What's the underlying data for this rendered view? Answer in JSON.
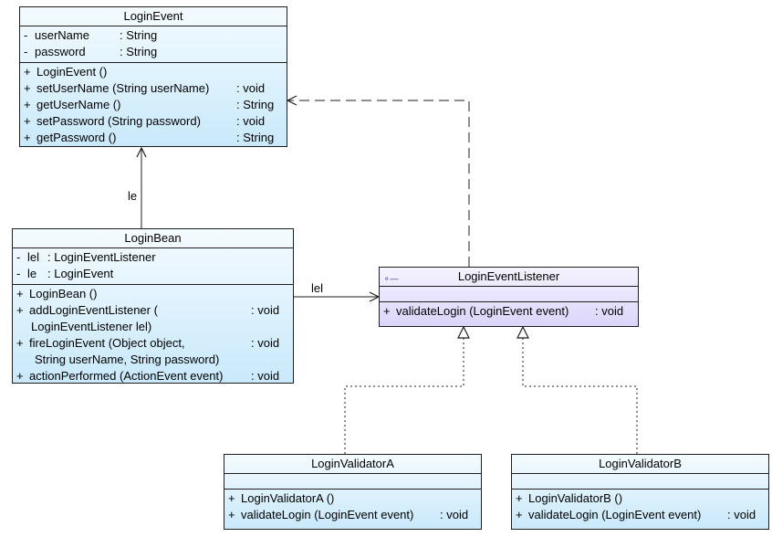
{
  "classes": {
    "login_event": {
      "name": "LoginEvent",
      "attributes": [
        {
          "vis": "-",
          "name": "userName",
          "type": ": String"
        },
        {
          "vis": "-",
          "name": "password",
          "type": ": String"
        }
      ],
      "operations": [
        {
          "vis": "+",
          "name": "LoginEvent ()",
          "type": ""
        },
        {
          "vis": "+",
          "name": "setUserName (String userName)",
          "type": ": void"
        },
        {
          "vis": "+",
          "name": "getUserName ()",
          "type": ": String"
        },
        {
          "vis": "+",
          "name": "setPassword (String password)",
          "type": ": void"
        },
        {
          "vis": "+",
          "name": "getPassword ()",
          "type": ": String"
        }
      ]
    },
    "login_bean": {
      "name": "LoginBean",
      "attributes": [
        {
          "vis": "-",
          "name": "lel",
          "type": ": LoginEventListener"
        },
        {
          "vis": "-",
          "name": "le",
          "type": ": LoginEvent"
        }
      ],
      "operations": [
        {
          "vis": "+",
          "name": "LoginBean ()",
          "type": ""
        },
        {
          "vis": "+",
          "name": "addLoginEventListener (",
          "name2": "LoginEventListener lel)",
          "type": ": void"
        },
        {
          "vis": "+",
          "name": "fireLoginEvent (Object object,",
          "name2": "String userName, String password)",
          "type": ": void"
        },
        {
          "vis": "+",
          "name": "actionPerformed (ActionEvent event)",
          "type": ": void"
        }
      ]
    },
    "login_event_listener": {
      "name": "LoginEventListener",
      "operations": [
        {
          "vis": "+",
          "name": "validateLogin (LoginEvent event)",
          "type": ": void"
        }
      ]
    },
    "login_validator_a": {
      "name": "LoginValidatorA",
      "operations": [
        {
          "vis": "+",
          "name": "LoginValidatorA ()",
          "type": ""
        },
        {
          "vis": "+",
          "name": "validateLogin (LoginEvent event)",
          "type": ": void"
        }
      ]
    },
    "login_validator_b": {
      "name": "LoginValidatorB",
      "operations": [
        {
          "vis": "+",
          "name": "LoginValidatorB ()",
          "type": ""
        },
        {
          "vis": "+",
          "name": "validateLogin (LoginEvent event)",
          "type": ": void"
        }
      ]
    }
  },
  "associations": {
    "bean_to_event_role": "le",
    "bean_to_listener_role": "lel"
  },
  "colors": {
    "class_fill": "#c9e9fb",
    "interface_fill": "#dcd5fb",
    "line": "#1f1f1f"
  }
}
